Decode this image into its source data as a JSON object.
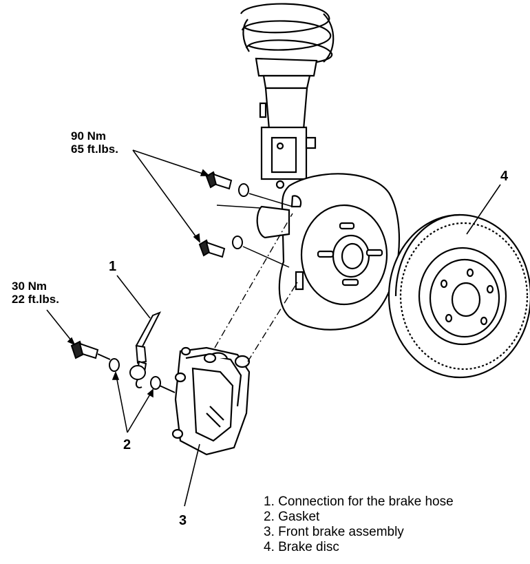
{
  "torque_upper": {
    "line1": "90 Nm",
    "line2": "65 ft.lbs."
  },
  "torque_lower": {
    "line1": "30 Nm",
    "line2": "22 ft.lbs."
  },
  "callouts": {
    "c1": "1",
    "c2": "2",
    "c3": "3",
    "c4": "4"
  },
  "legend": [
    "1. Connection for the brake hose",
    "2. Gasket",
    "3. Front brake assembly",
    "4. Brake disc"
  ]
}
